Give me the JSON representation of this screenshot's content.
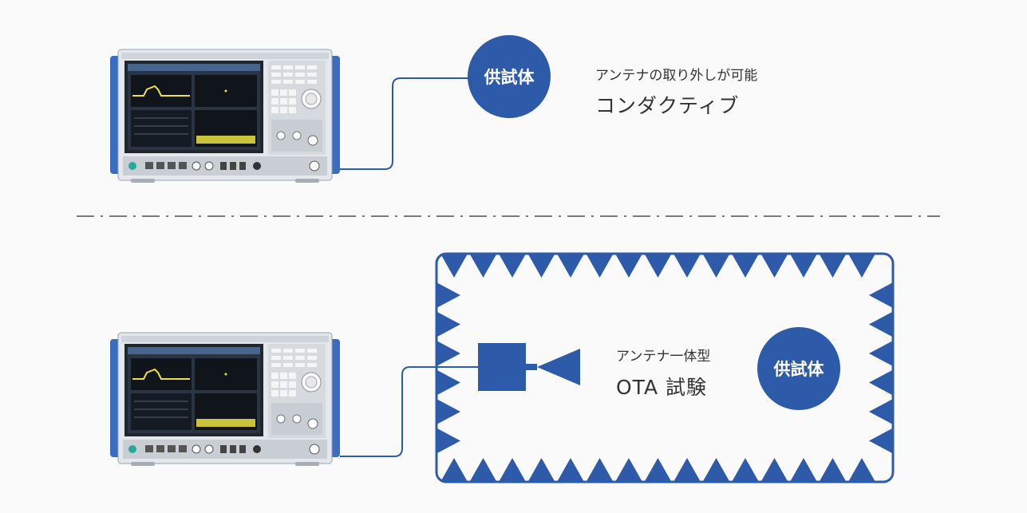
{
  "top": {
    "dut_label": "供試体",
    "caption_small": "アンテナの取り外しが可能",
    "caption_large": "コンダクティブ"
  },
  "bottom": {
    "dut_label": "供試体",
    "caption_small": "アンテナ一体型",
    "caption_large": "OTA 試験"
  },
  "colors": {
    "accent": "#2e5ba9",
    "instrument_side": "#3a6cc0",
    "text": "#333333",
    "divider": "#7a7a7a"
  }
}
